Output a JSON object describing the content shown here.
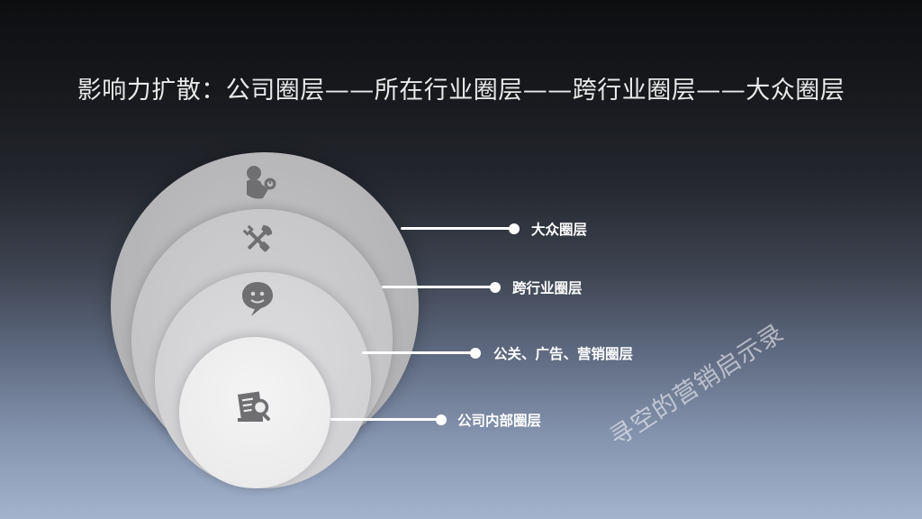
{
  "slide": {
    "title": "影响力扩散：公司圈层——所在行业圈层——跨行业圈层——大众圈层"
  },
  "layers": [
    {
      "label": "大众圈层",
      "icon": "people-icon"
    },
    {
      "label": "跨行业圈层",
      "icon": "tools-icon"
    },
    {
      "label": "公关、广告、营销圈层",
      "icon": "chat-bubble-icon"
    },
    {
      "label": "公司内部圈层",
      "icon": "document-search-icon"
    }
  ],
  "watermark": "寻空的营销启示录",
  "colors": {
    "icon": "#6f6f72",
    "line": "#ffffff",
    "background_top": "#0d0e10",
    "background_bottom": "#a4b3cd"
  }
}
